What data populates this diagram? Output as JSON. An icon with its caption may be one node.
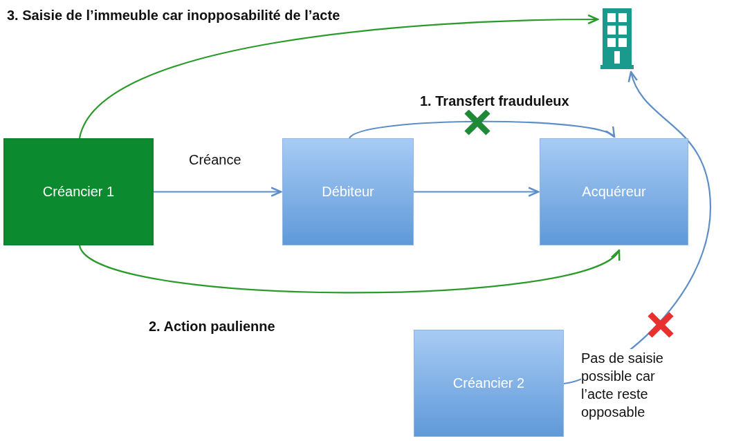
{
  "diagram": {
    "nodes": [
      {
        "text": [
          "Créancier 1"
        ]
      },
      {
        "text": [
          "Débiteur"
        ]
      },
      {
        "text": [
          "Acquéreur"
        ]
      },
      {
        "text": [
          "Créancier 2"
        ]
      },
      {
        "text": [],
        "shape": "building"
      }
    ],
    "edges": [
      {
        "from": 0,
        "to": 1,
        "arrow": "to",
        "label": "Créance"
      },
      {
        "from": 1,
        "to": 2,
        "arrow": "to"
      },
      {
        "from": 1,
        "to": 2,
        "arrow": "to",
        "label": "1. Transfert frauduleux"
      },
      {
        "from": 0,
        "to": 2,
        "arrow": "to",
        "label": "2. Action paulienne",
        "color": "#2a9a2a"
      },
      {
        "from": 0,
        "to": 4,
        "arrow": "to",
        "label": "3. Saisie de l’immeuble car inopposabilité de l’acte",
        "color": "#2a9a2a"
      },
      {
        "from": 3,
        "to": 4,
        "arrow": "to",
        "label": "Pas de saisie possible car l’acte reste opposable"
      }
    ]
  }
}
